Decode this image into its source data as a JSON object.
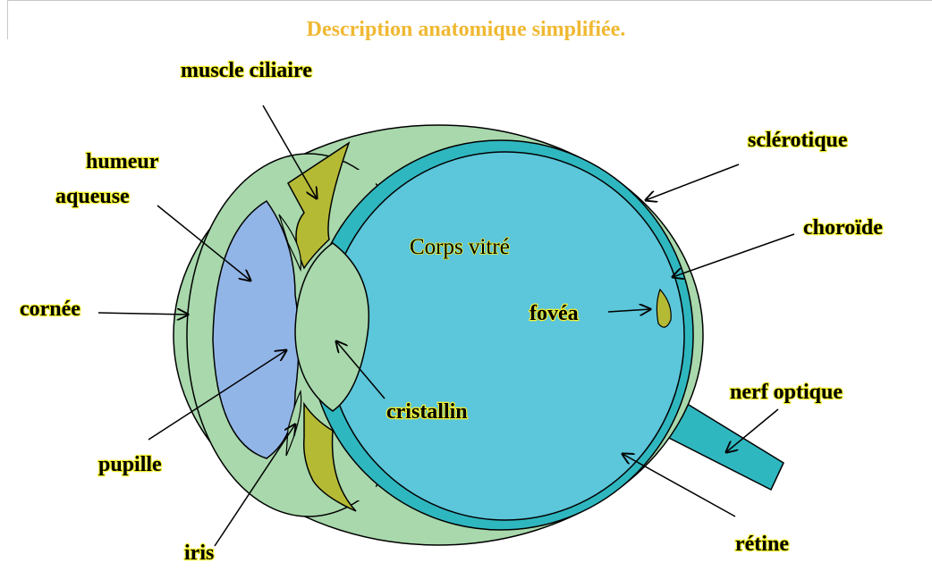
{
  "title": "Description anatomique simplifiée.",
  "colors": {
    "sclera": "#a8d8ac",
    "aqueous": "#92b5e8",
    "vitreous": "#5cc6da",
    "lens": "#a8d8ac",
    "ciliary": "#b5ba35",
    "label_outline": "#f2ef30",
    "title": "#f0b832"
  },
  "labels": {
    "muscle_ciliaire": "muscle ciliaire",
    "humeur": "humeur",
    "aqueuse": "aqueuse",
    "cornee": "cornée",
    "pupille": "pupille",
    "iris": "iris",
    "sclerotique": "sclérotique",
    "choroide": "choroïde",
    "corps_vitre": "Corps vitré",
    "fovea": "fovéa",
    "cristallin": "cristallin",
    "nerf_optique": "nerf optique",
    "retine": "rétine"
  }
}
